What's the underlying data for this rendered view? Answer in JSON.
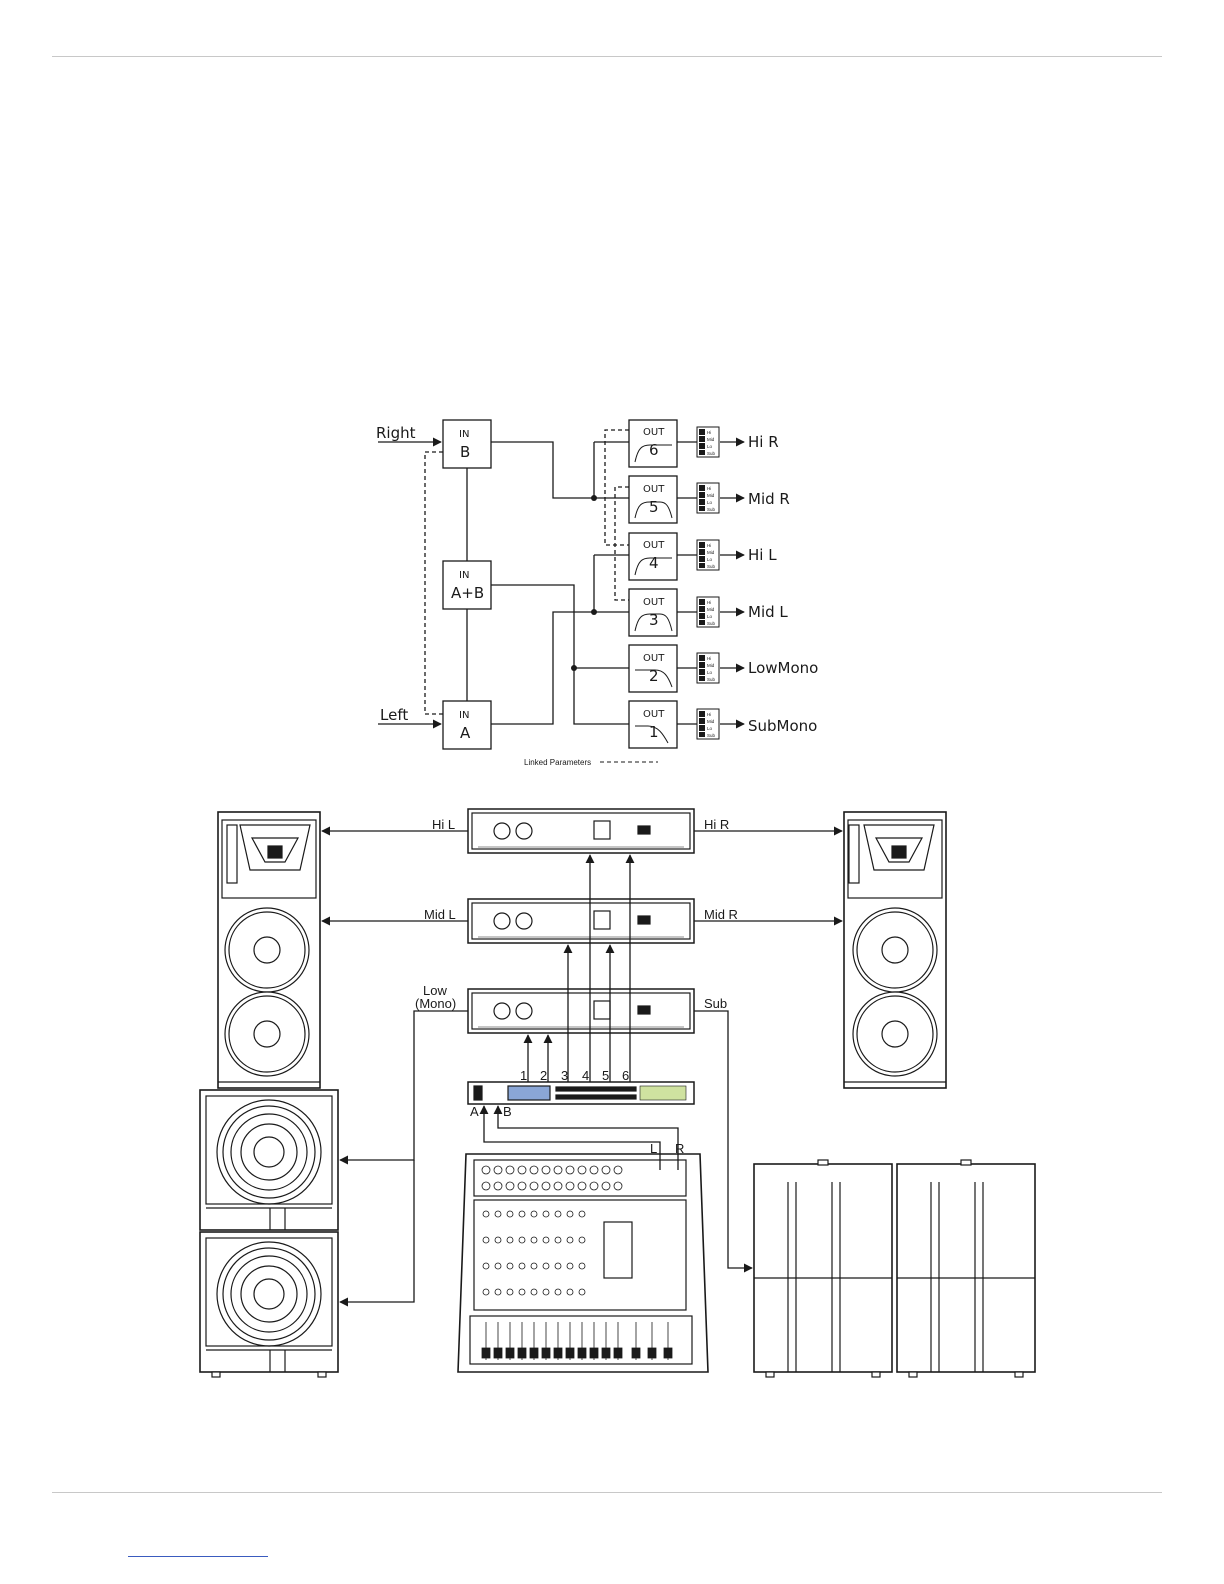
{
  "routing": {
    "inputs": {
      "right": "Right",
      "left": "Left"
    },
    "in_blocks": [
      {
        "tag": "IN",
        "name": "B"
      },
      {
        "tag": "IN",
        "name": "A+B"
      },
      {
        "tag": "IN",
        "name": "A"
      }
    ],
    "out_tag": "OUT",
    "outputs": [
      {
        "num": "6",
        "label": "Hi R"
      },
      {
        "num": "5",
        "label": "Mid R"
      },
      {
        "num": "4",
        "label": "Hi L"
      },
      {
        "num": "3",
        "label": "Mid L"
      },
      {
        "num": "2",
        "label": "LowMono"
      },
      {
        "num": "1",
        "label": "SubMono"
      }
    ],
    "mini_switch_labels": [
      "Hi",
      "Mid",
      "Lo",
      "Sub"
    ],
    "legend": "Linked Parameters"
  },
  "setup": {
    "amp_labels": {
      "hi_left": "Hi L",
      "hi_right": "Hi R",
      "mid_left": "Mid L",
      "mid_right": "Mid R",
      "low_line1": "Low",
      "low_line2": "(Mono)",
      "sub": "Sub"
    },
    "channel_numbers": [
      "1",
      "2",
      "3",
      "4",
      "5",
      "6"
    ],
    "processor_inputs": [
      "A",
      "B"
    ],
    "mixer_outputs": [
      "L",
      "R"
    ]
  }
}
